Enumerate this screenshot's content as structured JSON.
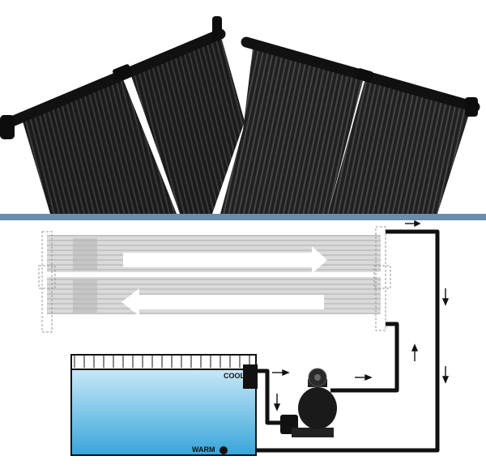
{
  "diagram": {
    "cool_label": "COOL",
    "warm_label": "WARM"
  },
  "colors": {
    "divider": "#6a8caf",
    "panel_black": "#1c1c1c",
    "pipe": "#111111",
    "pool_water_top": "#bfe6f7",
    "pool_water_bottom": "#3aa7dc",
    "panel_gray": "#d0d0d0",
    "arrow_white": "#ffffff"
  },
  "icons": [
    "solar-panel",
    "flow-arrow",
    "pool-pump",
    "swimming-pool",
    "pipe"
  ]
}
